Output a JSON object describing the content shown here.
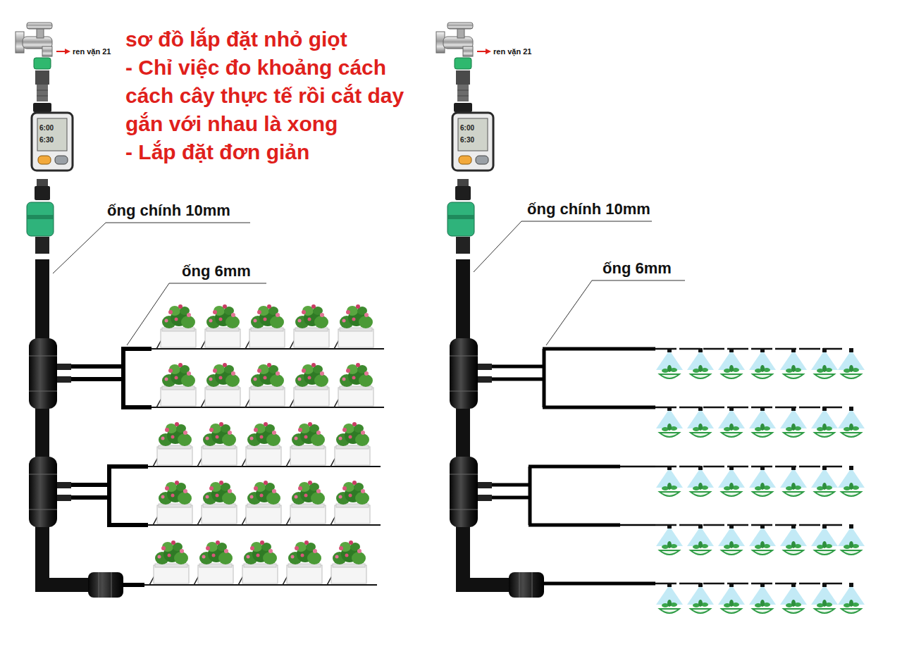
{
  "diagram": {
    "title": "sơ đồ lắp đặt nhỏ giọt",
    "labels": [
      "ren vặn 21",
      "- Chỉ việc đo khoảng cách cách cây thực tế rồi cắt day gắn với nhau là xong",
      "- Lắp đặt đơn giản",
      "6:00",
      "6:30",
      "ống chính 10mm",
      "ống 6mm",
      "ren vặn 21",
      "6:00",
      "6:30",
      "ống chính 10mm",
      "ống 6mm"
    ]
  }
}
